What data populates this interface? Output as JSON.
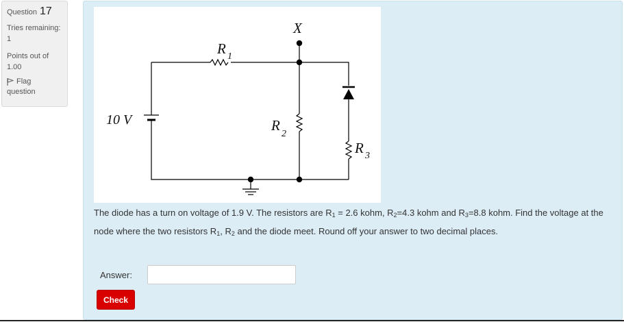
{
  "sidebar": {
    "question_label": "Question",
    "question_number": "17",
    "tries_label": "Tries remaining:",
    "tries_value": "1",
    "points_label": "Points out of",
    "points_value": "1.00",
    "flag_line1": "Flag",
    "flag_line2": "question"
  },
  "circuit": {
    "source_label": "10 V",
    "r1_main": "R",
    "r1_sub": "1",
    "r2_main": "R",
    "r2_sub": "2",
    "r3_main": "R",
    "r3_sub": "3",
    "node_label": "X"
  },
  "question": {
    "text_1": "The diode has a turn on voltage of 1.9 V. The resistors are R",
    "sub_1": "1",
    "text_2": " = 2.6 kohm, R",
    "sub_2": "2",
    "text_3": "=4.3 kohm and R",
    "sub_3": "3",
    "text_4": "=8.8 kohm. Find the voltage at the node where the two resistors R",
    "sub_4": "1",
    "text_5": ", R",
    "sub_5": "2",
    "text_6": " and the diode meet. Round off your answer to two decimal places."
  },
  "answer": {
    "label": "Answer:",
    "value": "",
    "placeholder": ""
  },
  "check_button": "Check"
}
